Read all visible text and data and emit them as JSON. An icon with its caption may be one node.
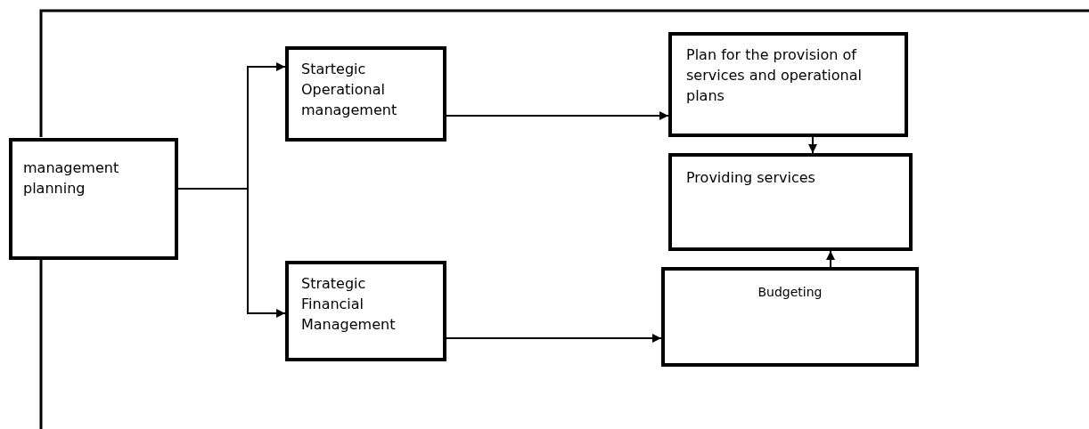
{
  "diagram": {
    "nodes": [
      {
        "text": [
          "management planning"
        ]
      },
      {
        "text": [
          "Startegic Operational management"
        ]
      },
      {
        "text": [
          "Plan for the provision of services and operational plans"
        ]
      },
      {
        "text": [
          "Providing services"
        ]
      },
      {
        "text": [
          "Strategic Financial Management"
        ]
      },
      {
        "text": [
          "Budgeting"
        ]
      }
    ],
    "edges": [
      {
        "from": 0,
        "to": 1,
        "arrow": "to"
      },
      {
        "from": 0,
        "to": 4,
        "arrow": "to"
      },
      {
        "from": 1,
        "to": 2,
        "arrow": "to"
      },
      {
        "from": 2,
        "to": 3,
        "arrow": "to"
      },
      {
        "from": 4,
        "to": 5,
        "arrow": "to"
      },
      {
        "from": 5,
        "to": 3,
        "arrow": "to"
      }
    ]
  }
}
